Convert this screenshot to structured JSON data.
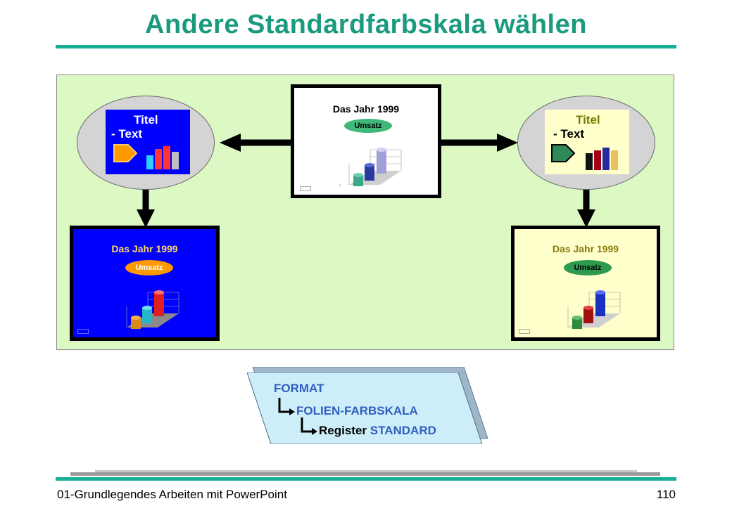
{
  "page": {
    "title": "Andere Standardfarbskala wählen"
  },
  "diagram": {
    "center_slide": {
      "title": "Das Jahr 1999",
      "label": "Umsatz"
    },
    "left_slide": {
      "title": "Das Jahr 1999",
      "label": "Umsatz"
    },
    "right_slide": {
      "title": "Das Jahr 1999",
      "label": "Umsatz"
    },
    "left_icon": {
      "title": "Titel",
      "text": "- Text"
    },
    "right_icon": {
      "title": "Titel",
      "text": "- Text"
    },
    "colors": {
      "panel_bg": "#dcf9c3",
      "left_slide_bg": "#0000ff",
      "right_slide_bg": "#ffffcc",
      "accent": "#1aae96"
    }
  },
  "menu_path": {
    "step1": "FORMAT",
    "step2": "FOLIEN-FARBSKALA",
    "step3_prefix": "Register",
    "step3_name": "STANDARD"
  },
  "footer": {
    "left": "01-Grundlegendes Arbeiten mit PowerPoint",
    "right": "110"
  }
}
